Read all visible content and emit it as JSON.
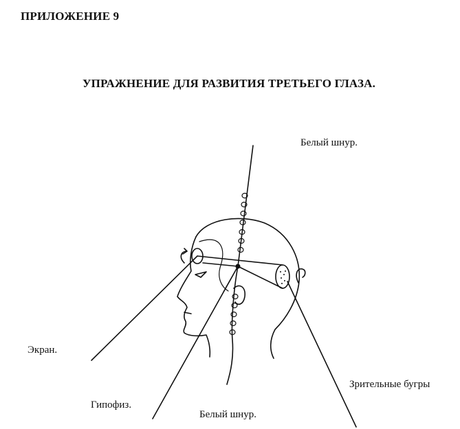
{
  "header": {
    "appendix": "ПРИЛОЖЕНИЕ 9"
  },
  "diagram": {
    "title": "УПРАЖНЕНИЕ ДЛЯ РАЗВИТИЯ ТРЕТЬЕГО ГЛАЗА.",
    "labels": {
      "white_cord_top": "Белый шнур.",
      "screen": "Экран.",
      "visual_tubercles": "Зрительные бугры",
      "pituitary": "Гипофиз.",
      "white_cord_bottom": "Белый шнур."
    }
  },
  "colors": {
    "ink": "#111111",
    "background": "#ffffff"
  }
}
